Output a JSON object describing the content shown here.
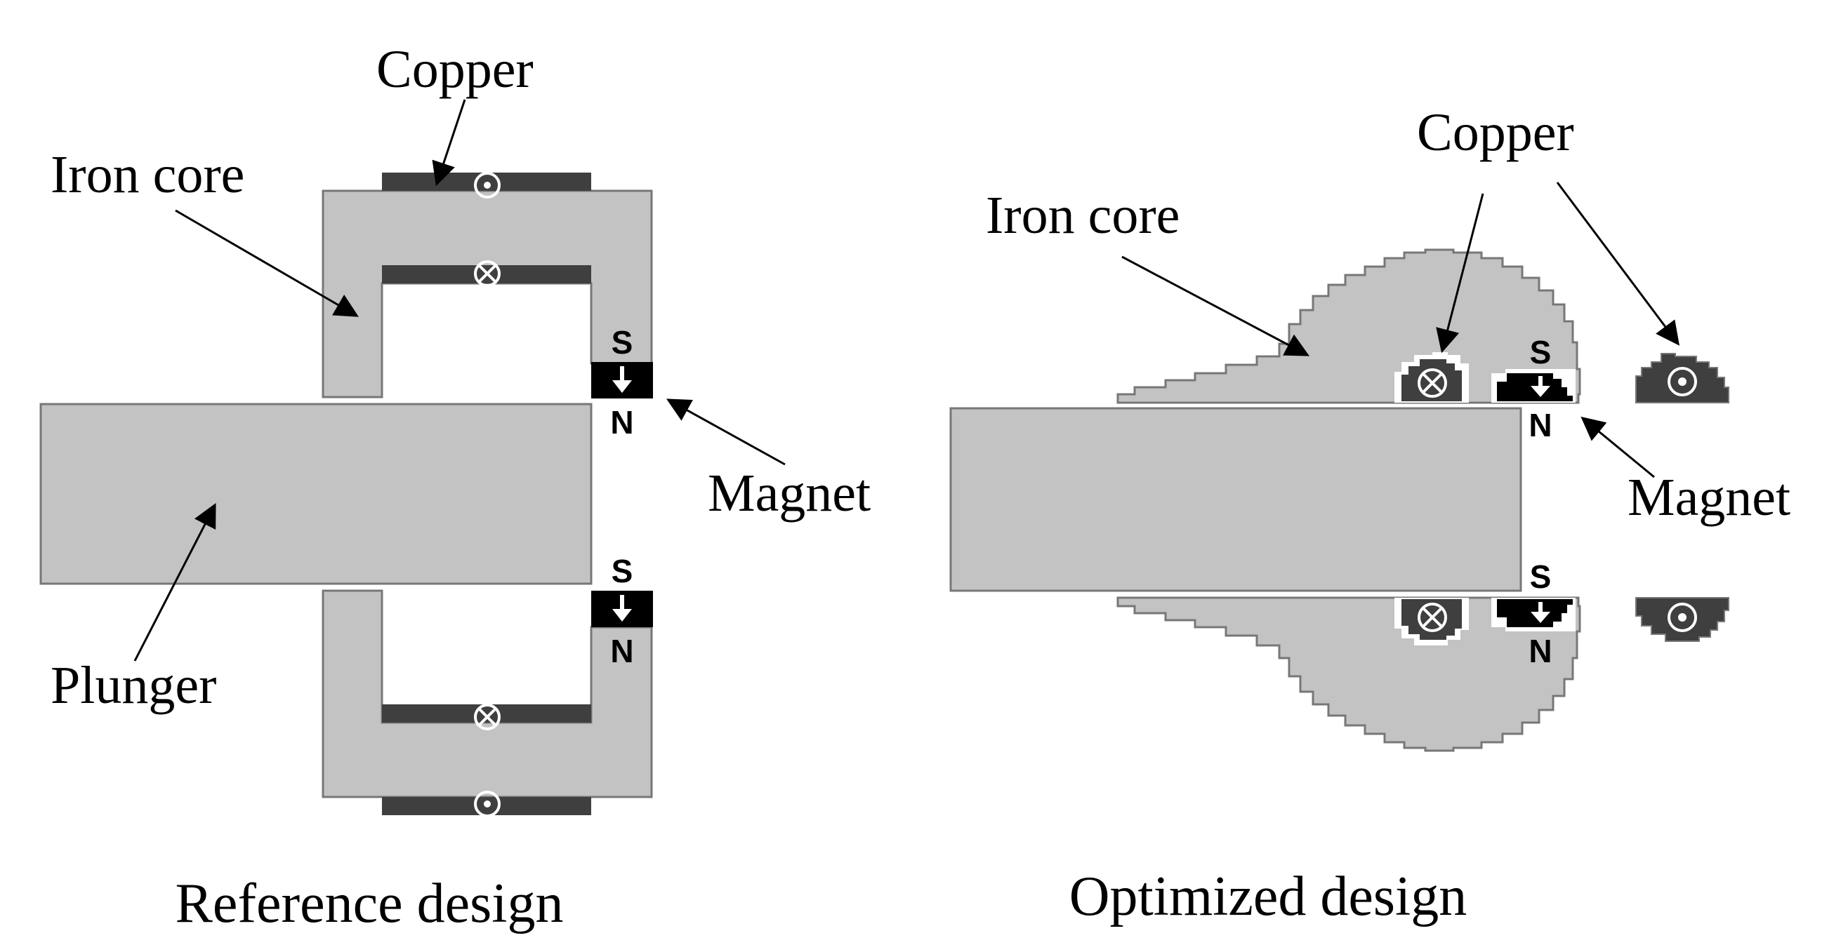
{
  "reference": {
    "labels": {
      "copper": "Copper",
      "iron_core": "Iron core",
      "magnet": "Magnet",
      "plunger": "Plunger"
    },
    "caption": "Reference design",
    "magnet_top": {
      "south": "S",
      "north": "N"
    },
    "magnet_bottom": {
      "south": "S",
      "north": "N"
    }
  },
  "optimized": {
    "labels": {
      "copper": "Copper",
      "iron_core": "Iron core",
      "magnet": "Magnet"
    },
    "caption": "Optimized design",
    "magnet_top": {
      "south": "S",
      "north": "N"
    },
    "magnet_bottom": {
      "south": "S",
      "north": "N"
    }
  },
  "colors": {
    "iron": "#c3c3c3",
    "copper": "#3f3f3f",
    "magnet": "#000000",
    "outline": "#777777"
  }
}
